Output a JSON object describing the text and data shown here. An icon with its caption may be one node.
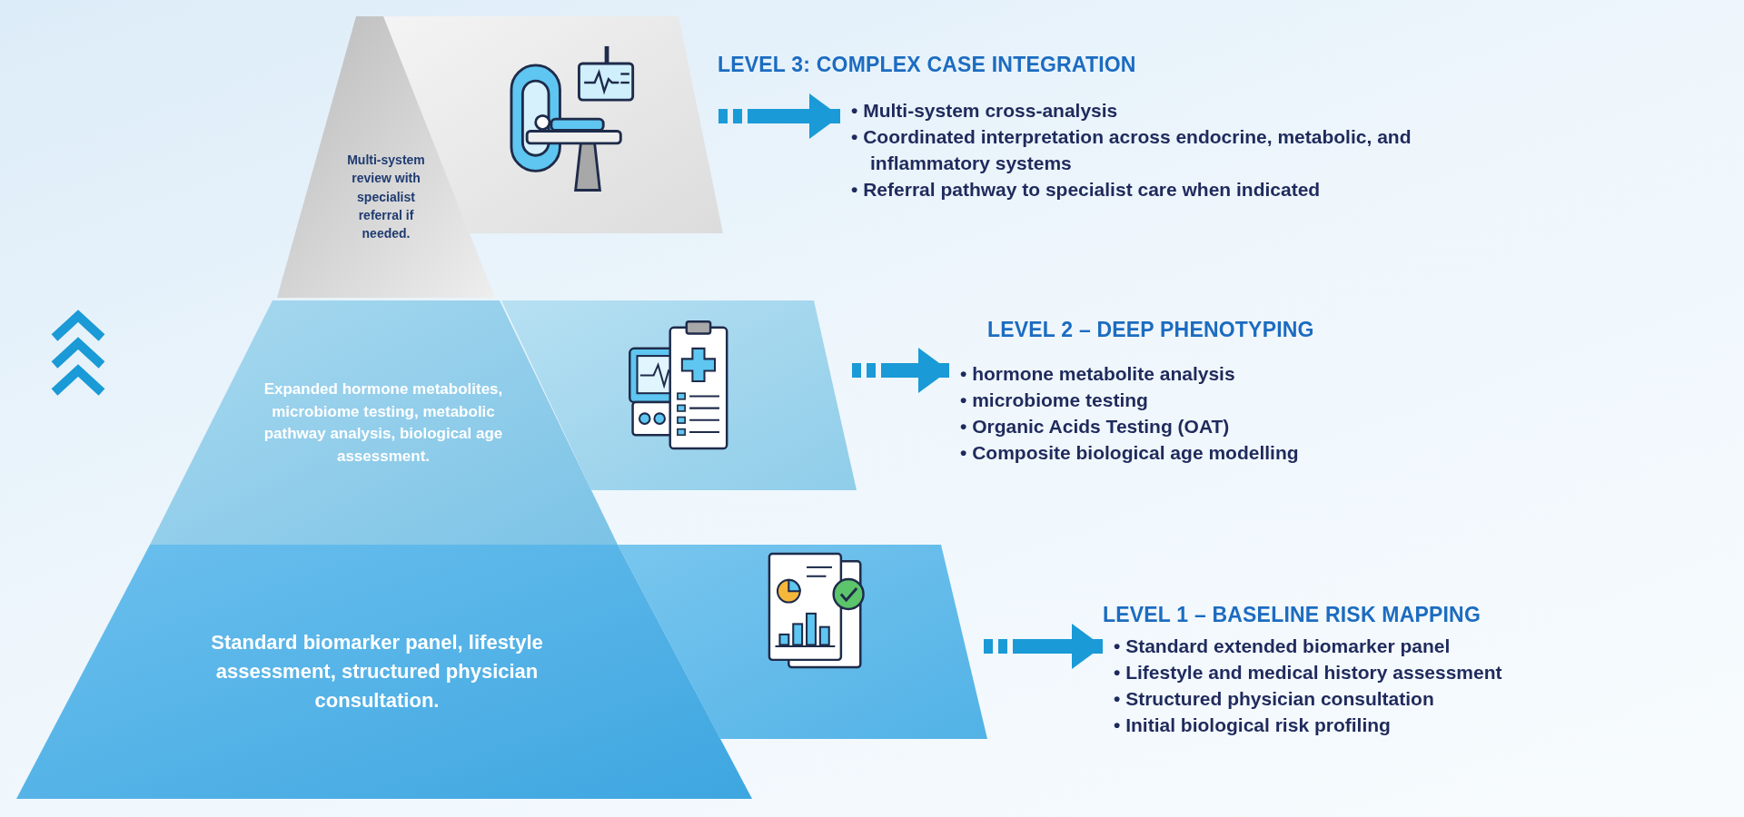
{
  "diagram": {
    "nodes": [
      {
        "text": [
          "Multi-system review with specialist referral if needed."
        ]
      },
      {
        "text": [
          "LEVEL 3: COMPLEX CASE INTEGRATION",
          "• Multi-system cross-analysis",
          "• Coordinated interpretation across endocrine, metabolic, and inflammatory systems",
          "• Referral pathway to specialist care when indicated"
        ]
      },
      {
        "text": [
          "Expanded hormone metabolites, microbiome testing, metabolic pathway analysis, biological age assessment."
        ]
      },
      {
        "text": [
          "LEVEL 2 – DEEP PHENOTYPING",
          "• hormone metabolite analysis",
          "• microbiome testing",
          "• Organic Acids Testing (OAT)",
          "• Composite biological age modelling"
        ]
      },
      {
        "text": [
          "Standard biomarker panel, lifestyle assessment, structured physician consultation."
        ]
      },
      {
        "text": [
          "LEVEL 1 – BASELINE RISK MAPPING",
          "• Standard extended biomarker panel",
          "• Lifestyle and medical history assessment",
          "• Structured physician consultation",
          "• Initial biological risk profiling"
        ]
      }
    ],
    "edges": [
      {
        "from": 0,
        "to": 1,
        "arrow": "to"
      },
      {
        "from": 2,
        "to": 3,
        "arrow": "to"
      },
      {
        "from": 4,
        "to": 5,
        "arrow": "to"
      }
    ]
  }
}
